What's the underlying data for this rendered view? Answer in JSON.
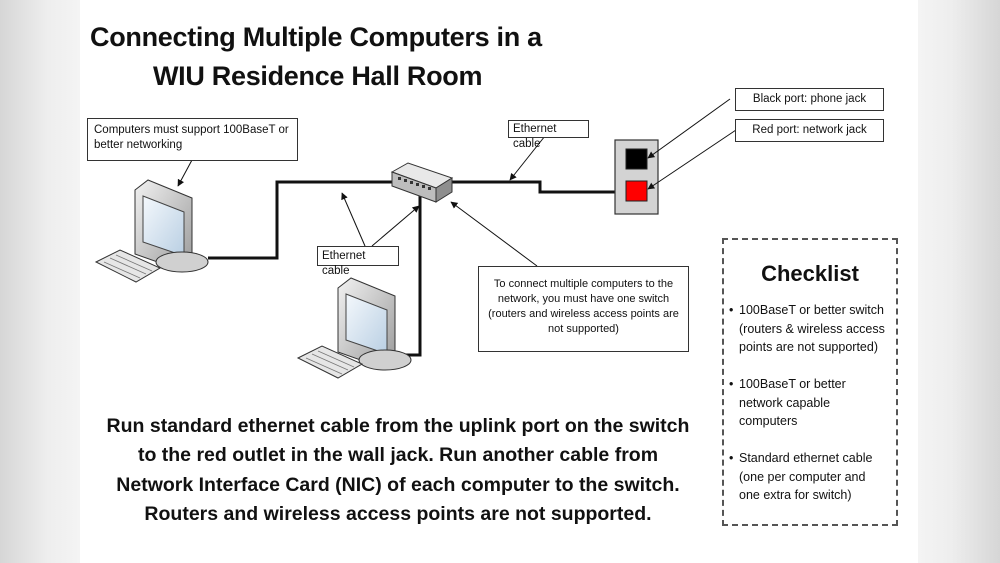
{
  "title": {
    "line1": "Connecting Multiple Computers in a",
    "line2": "WIU Residence Hall Room"
  },
  "callouts": {
    "computers_support": "Computers must support 100BaseT or better networking",
    "ethernet_cable_top": "Ethernet cable",
    "ethernet_cable_mid": "Ethernet cable",
    "black_port": "Black port: phone jack",
    "red_port": "Red port: network jack",
    "switch_note": "To connect multiple computers to the network, you must have one switch (routers and wireless access points are not supported)"
  },
  "instructions": [
    "Run standard ethernet cable from the uplink port on the switch",
    "to the red outlet in the wall jack. Run another cable from",
    "Network Interface Card (NIC) of each computer to the switch.",
    "Routers and wireless access points are not supported."
  ],
  "checklist": {
    "title": "Checklist",
    "items": [
      {
        "bullet": "•",
        "text": "100BaseT or better switch\n(routers & wireless access\npoints are not supported)"
      },
      {
        "bullet": "•",
        "text": "100BaseT or better\nnetwork capable\ncomputers"
      },
      {
        "bullet": "•",
        "text": "Standard ethernet cable\n(one per computer and\none extra for switch)"
      }
    ]
  },
  "colors": {
    "phone_jack_port": "#000000",
    "network_jack_port": "#ff0000",
    "wall_plate": "#d3d3d3",
    "monitor_screen": "#cfe0ef"
  },
  "icons": [
    "desktop-computer-icon",
    "network-switch-icon",
    "wall-jack-icon",
    "arrow-icon"
  ]
}
